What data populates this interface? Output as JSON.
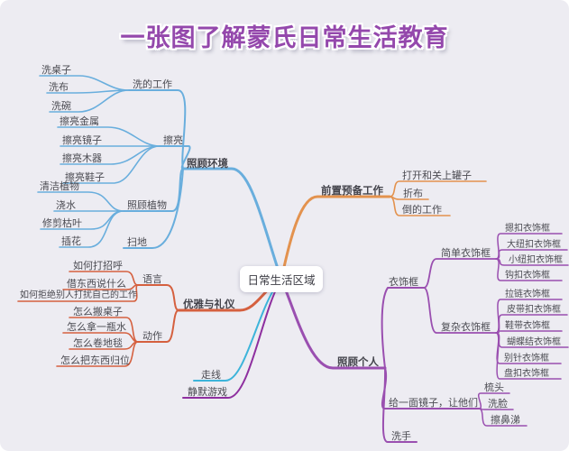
{
  "title": "一张图了解蒙氏日常生活教育",
  "colors": {
    "c_bg": "#edecf2",
    "c_title": "#9448ac",
    "c_text": "#4b4b52",
    "c_env": "#69aedd",
    "c_prep": "#e3924e",
    "c_grace": "#d5603f",
    "c_personal": "#9a4fb0",
    "c_walk": "#3db4da",
    "c_silence": "#8e2f9f",
    "c_pill": "#ffffff"
  },
  "mindmap": {
    "root": {
      "label": "日常生活区域"
    },
    "care_environment": {
      "label": "照顾环境",
      "washing_work": {
        "label": "洗的工作",
        "items": [
          "洗桌子",
          "洗布",
          "洗碗"
        ]
      },
      "polishing": {
        "label": "擦亮",
        "items": [
          "擦亮金属",
          "擦亮镜子",
          "擦亮木器",
          "擦亮鞋子"
        ]
      },
      "care_plants": {
        "label": "照顾植物",
        "items": [
          "清洁植物",
          "浇水",
          "修剪枯叶",
          "插花"
        ]
      },
      "sweeping": {
        "label": "扫地"
      }
    },
    "prep_work": {
      "label": "前置预备工作",
      "items": [
        "打开和关上罐子",
        "折布",
        "倒的工作"
      ]
    },
    "grace_courtesy": {
      "label": "优雅与礼仪",
      "language": {
        "label": "语言",
        "items": [
          "如何打招呼",
          "借东西说什么",
          "如何拒绝别人打扰自己的工作"
        ]
      },
      "movement": {
        "label": "动作",
        "items": [
          "怎么搬桌子",
          "怎么拿一瓶水",
          "怎么卷地毯",
          "怎么把东西归位"
        ]
      }
    },
    "walking_line": {
      "label": "走线"
    },
    "silence_game": {
      "label": "静默游戏"
    },
    "care_personal": {
      "label": "照顾个人",
      "dressing_frames": {
        "label": "衣饰框",
        "simple": {
          "label": "简单衣饰框",
          "items": [
            "摁扣衣饰框",
            "大纽扣衣饰框",
            "小纽扣衣饰框",
            "钩扣衣饰框"
          ]
        },
        "complex": {
          "label": "复杂衣饰框",
          "items": [
            "拉链衣饰框",
            "皮带扣衣饰框",
            "鞋带衣饰框",
            "蝴蝶结衣饰框",
            "别针衣饰框",
            "盘扣衣饰框"
          ]
        }
      },
      "mirror": {
        "label": "给一面镜子，让他们",
        "items": [
          "梳头",
          "洗脸",
          "擦鼻涕"
        ]
      },
      "wash_hands": {
        "label": "洗手"
      }
    }
  }
}
